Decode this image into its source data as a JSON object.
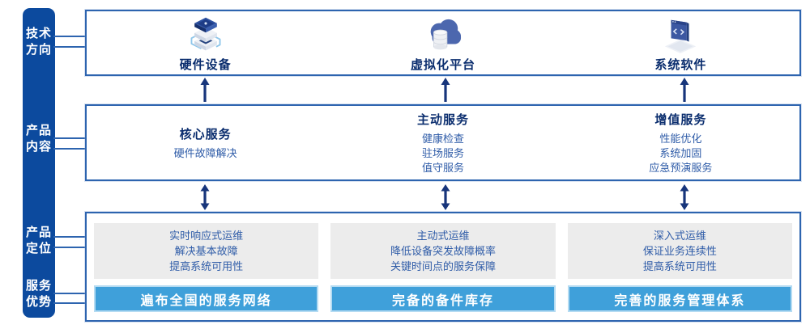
{
  "sidebar": {
    "items": [
      {
        "label": "技术方向"
      },
      {
        "label": "产品内容"
      },
      {
        "label": "产品定位"
      },
      {
        "label": "服务优势"
      }
    ]
  },
  "tech_row": {
    "items": [
      {
        "icon": "server-stack-icon",
        "label": "硬件设备"
      },
      {
        "icon": "cloud-database-icon",
        "label": "虚拟化平台"
      },
      {
        "icon": "code-window-icon",
        "label": "系统软件"
      }
    ]
  },
  "content_row": {
    "columns": [
      {
        "title": "核心服务",
        "items": [
          "硬件故障解决"
        ]
      },
      {
        "title": "主动服务",
        "items": [
          "健康检查",
          "驻场服务",
          "值守服务"
        ]
      },
      {
        "title": "增值服务",
        "items": [
          "性能优化",
          "系统加固",
          "应急预演服务"
        ]
      }
    ]
  },
  "position_row": {
    "columns": [
      {
        "lines": [
          "实时响应式运维",
          "解决基本故障",
          "提高系统可用性"
        ],
        "banner": "遍布全国的服务网络"
      },
      {
        "lines": [
          "主动式运维",
          "降低设备突发故障概率",
          "关键时间点的服务保障"
        ],
        "banner": "完备的备件库存"
      },
      {
        "lines": [
          "深入式运维",
          "保证业务连续性",
          "提高系统可用性"
        ],
        "banner": "完善的服务管理体系"
      }
    ]
  },
  "colors": {
    "sidebar_bg": "#0c4a9e",
    "box_border": "#2d64af",
    "title_text": "#0a2d6e",
    "body_text": "#2f5ca8",
    "banner_bg": "#3fa0da",
    "panel_bg": "#ececec",
    "arrow": "#17357b"
  }
}
